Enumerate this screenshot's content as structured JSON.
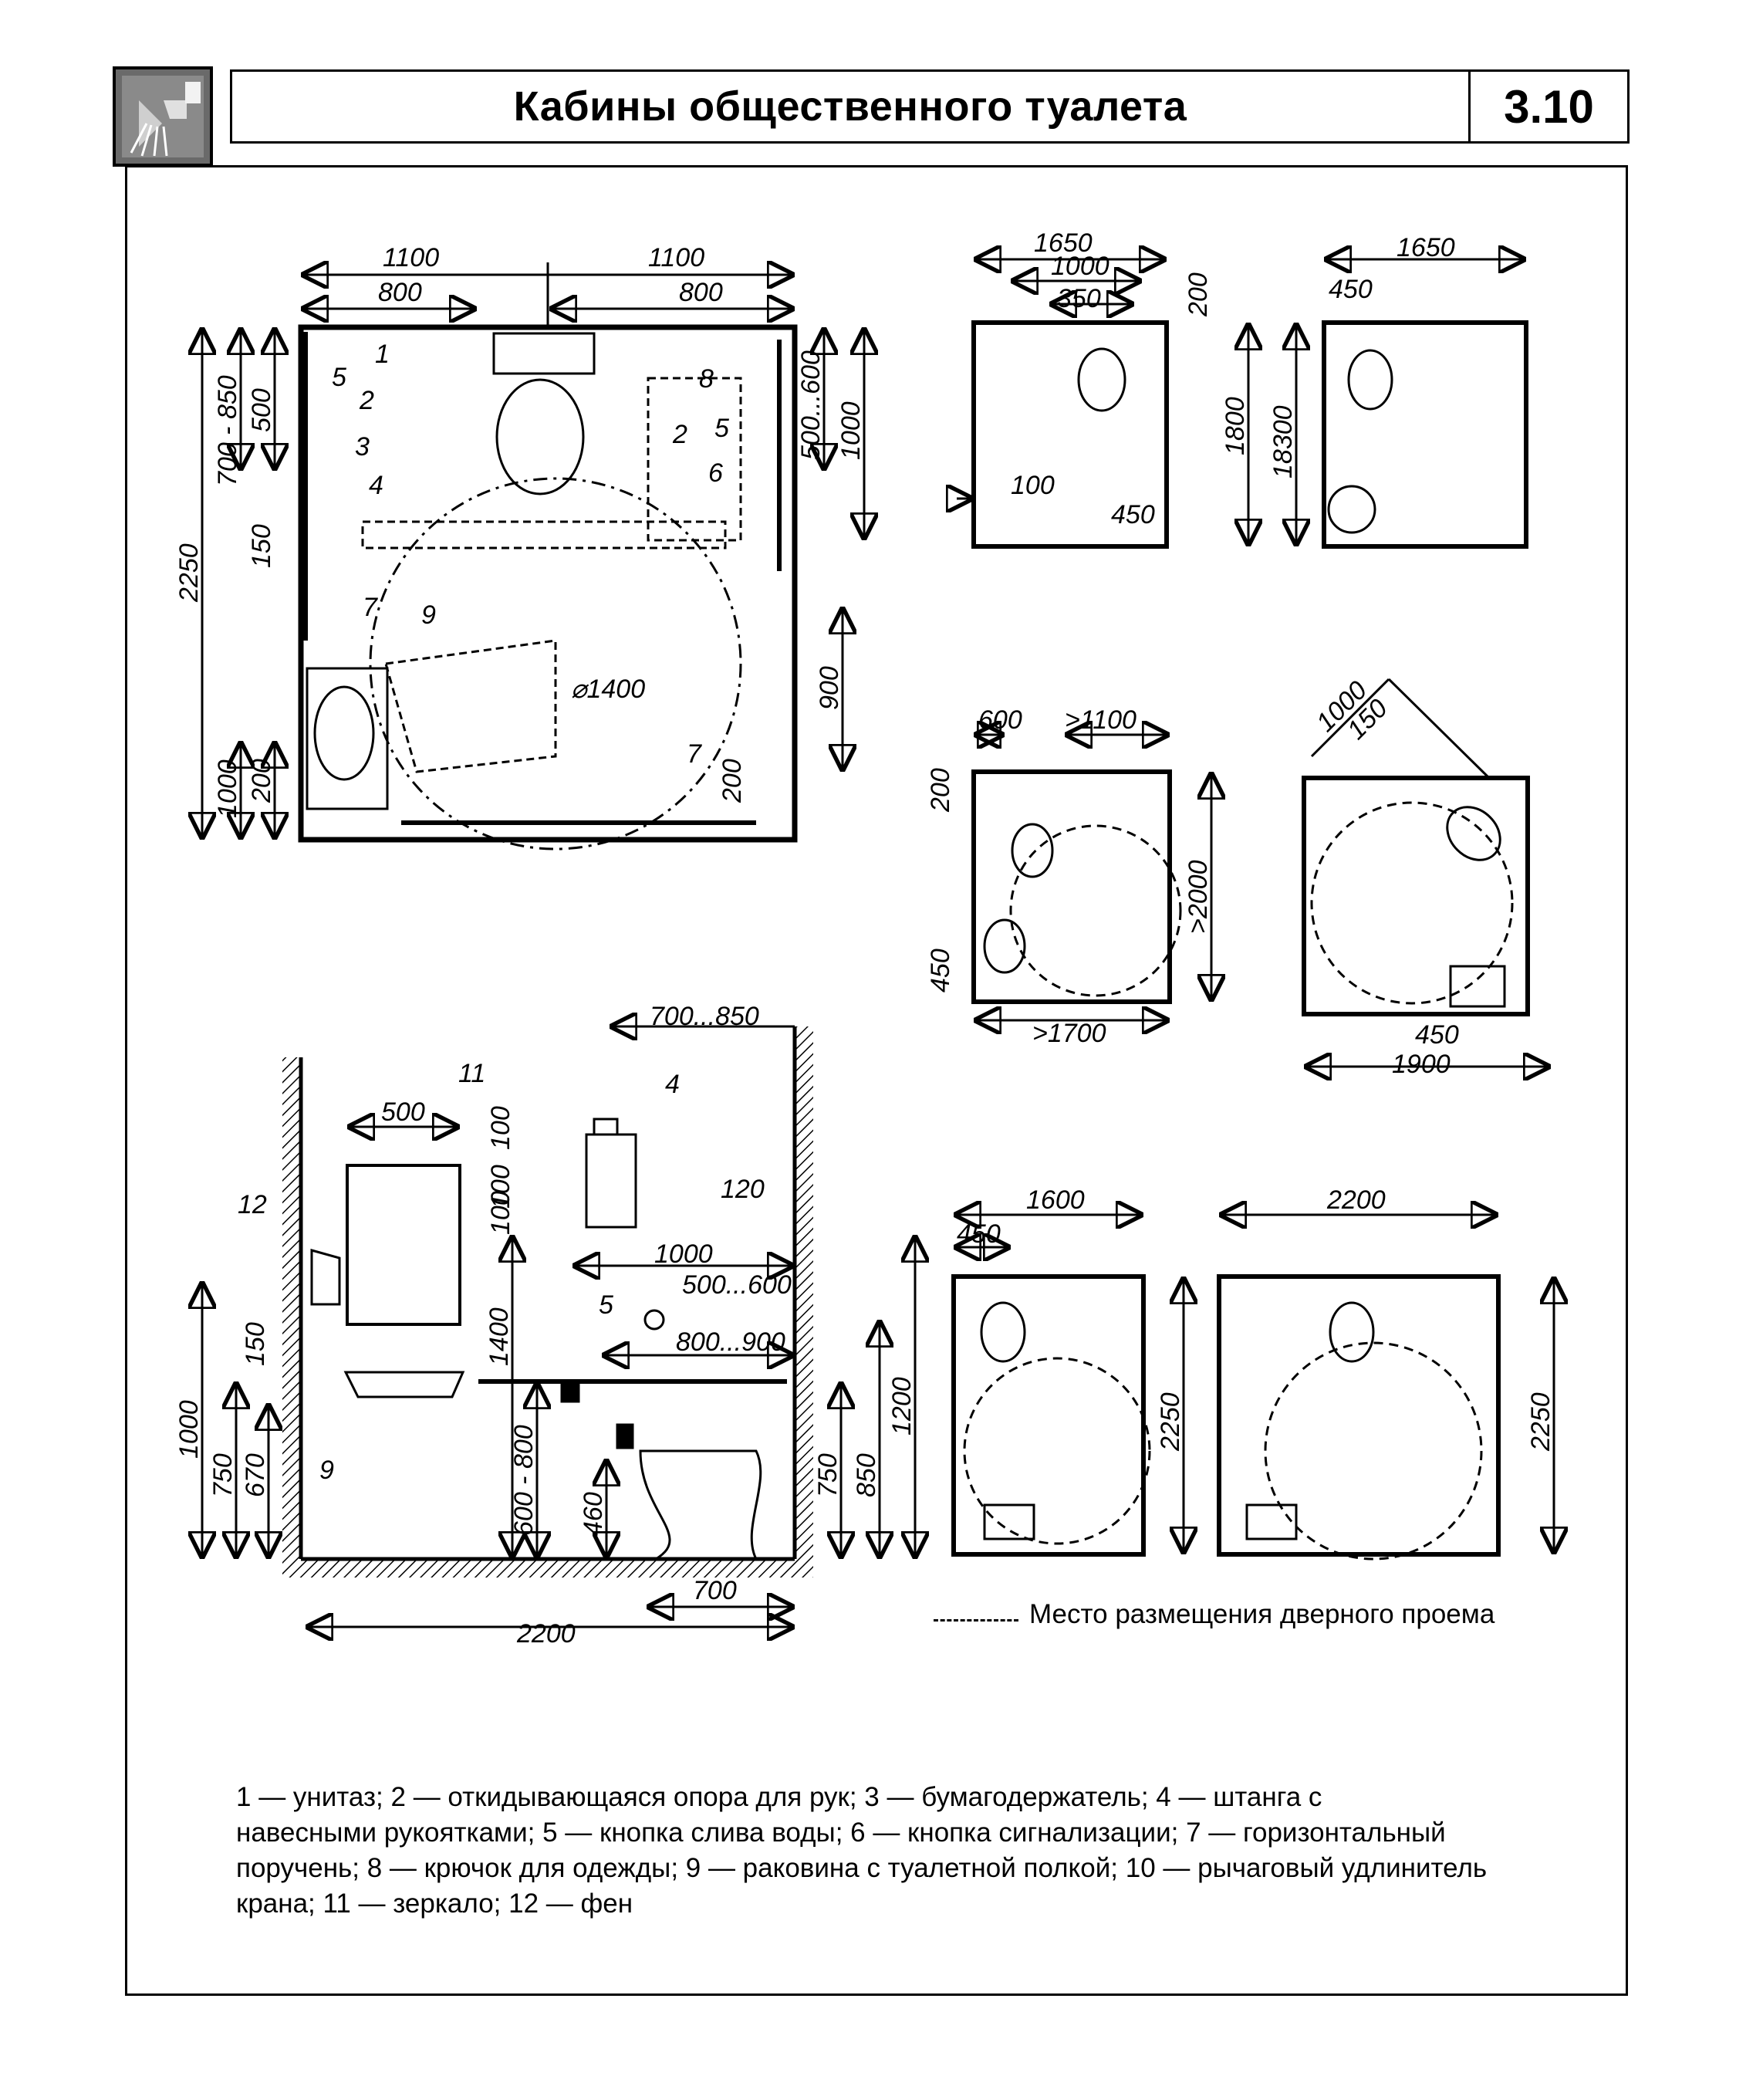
{
  "header": {
    "title": "Кабины общественного туалета",
    "number": "3.10",
    "icon": "washroom-icon"
  },
  "plan_large": {
    "dims": [
      "1100",
      "1100",
      "800",
      "800",
      "700 - 850",
      "500",
      "2250",
      "150",
      "1000",
      "200",
      "500...600",
      "1000",
      "900",
      "200",
      "⌀1400"
    ],
    "callouts": [
      "1",
      "2",
      "3",
      "4",
      "5",
      "2",
      "5",
      "6",
      "7",
      "7",
      "8",
      "9"
    ]
  },
  "plan_small_a": {
    "dims": [
      "1650",
      "1000",
      "350",
      "200",
      "1800",
      "100",
      "450"
    ]
  },
  "plan_small_b": {
    "dims": [
      "1650",
      "450",
      "18300"
    ]
  },
  "plan_small_c": {
    "dims": [
      "600",
      ">1100",
      "200",
      ">2000",
      "450",
      ">1700"
    ]
  },
  "plan_small_d": {
    "dims": [
      "1000",
      "150",
      "450",
      "1900"
    ]
  },
  "elevation": {
    "dims": [
      "700...850",
      "500",
      "100",
      "100",
      "100",
      "120",
      "1000",
      "500...600",
      "800...900",
      "1400",
      "1200",
      "1000",
      "150",
      "750",
      "670",
      "600 - 800",
      "460",
      "750",
      "850",
      "700",
      "2200"
    ],
    "callouts": [
      "11",
      "4",
      "12",
      "5",
      "9"
    ]
  },
  "plan_small_e": {
    "dims": [
      "1600",
      "450",
      "2250"
    ]
  },
  "plan_small_f": {
    "dims": [
      "2200",
      "2250"
    ]
  },
  "legend": {
    "text": "Место размещения дверного проема"
  },
  "caption": {
    "line1": "1 — унитаз; 2 — откидывающаяся опора для рук; 3 — бумагодержатель; 4 — штанга с",
    "line2": "навесными рукоятками; 5 — кнопка слива воды; 6 — кнопка сигнализации; 7 — горизонтальный",
    "line3": "поручень; 8 — крючок для одежды; 9 — раковина с туалетной полкой; 10 — рычаговый удлинитель",
    "line4": "крана; 11 — зеркало; 12 — фен"
  }
}
